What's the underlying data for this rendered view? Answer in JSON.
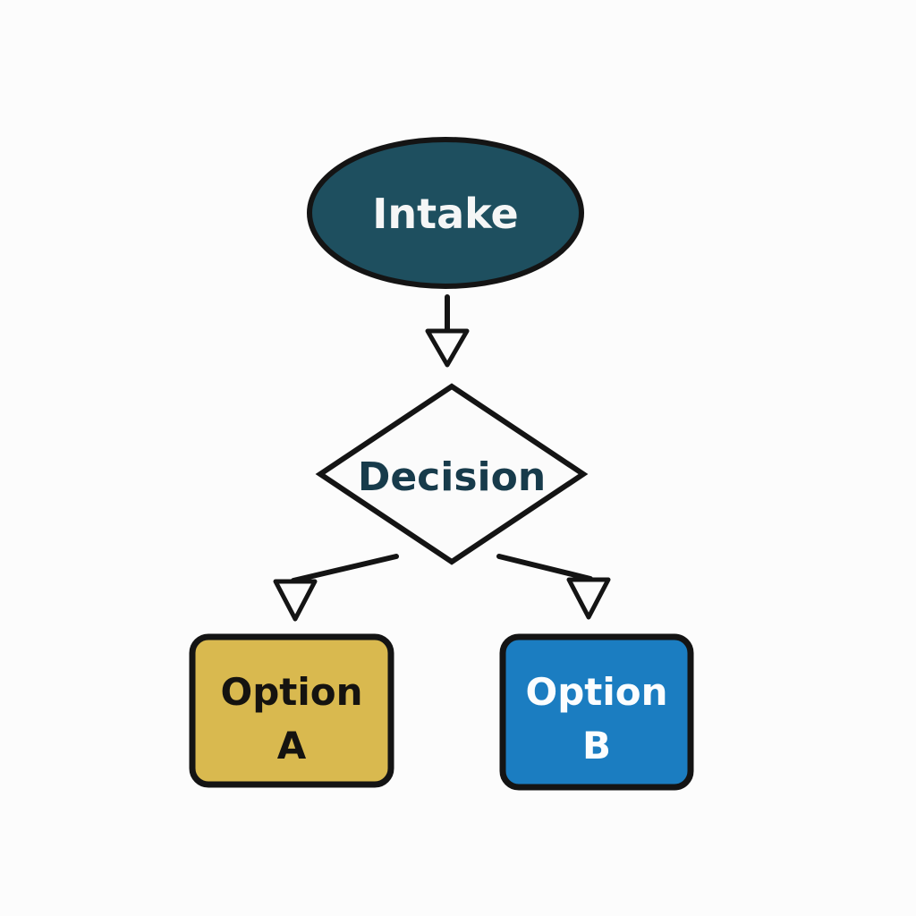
{
  "diagram": {
    "type": "flowchart",
    "background": "#fcfcfc",
    "stroke_color": "#141414",
    "nodes": {
      "intake": {
        "label": "Intake",
        "shape": "ellipse",
        "fill": "#1e4f5f",
        "text_color": "#f5f6f6"
      },
      "decision": {
        "label": "Decision",
        "shape": "diamond",
        "fill": "#fbfbfb",
        "text_color": "#173b4b"
      },
      "option_a": {
        "label_line1": "Option",
        "label_line2": "A",
        "shape": "rounded-rectangle",
        "fill": "#d9b94f",
        "text_color": "#151310"
      },
      "option_b": {
        "label_line1": "Option",
        "label_line2": "B",
        "shape": "rounded-rectangle",
        "fill": "#1b7dc1",
        "text_color": "#fbfdfe"
      }
    },
    "edges": [
      {
        "from": "Intake",
        "to": "Decision"
      },
      {
        "from": "Decision",
        "to": "Option A"
      },
      {
        "from": "Decision",
        "to": "Option B"
      }
    ]
  }
}
